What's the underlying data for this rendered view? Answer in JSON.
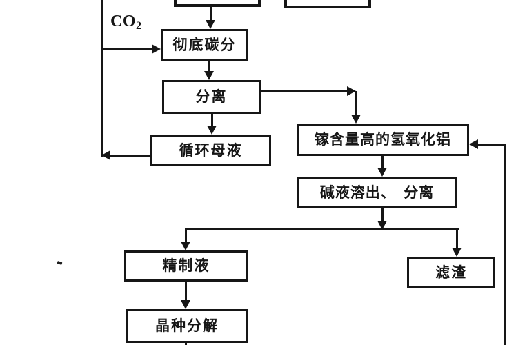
{
  "diagram": {
    "background_color": "#ffffff",
    "ink_color": "#161616",
    "co2_label": {
      "base": "CO",
      "subscript": "2"
    },
    "nodes": {
      "top_left_partial": {
        "label": ""
      },
      "top_right_partial": {
        "label": ""
      },
      "thorough_carbonation": {
        "label": "彻底碳分"
      },
      "separation": {
        "label": "分离"
      },
      "circulating_mother_liquor": {
        "label": "循环母液"
      },
      "high_gallium_aluminium_hydroxide": {
        "label": "镓含量高的氢氧化铝"
      },
      "alkali_dissolution_separation": {
        "label": "碱液溶出、　分离"
      },
      "refined_liquor": {
        "label": "精制液"
      },
      "filter_residue": {
        "label": "滤渣"
      },
      "seed_decomposition": {
        "label": "晶种分解"
      }
    },
    "edges": [
      {
        "from": "top_left_partial",
        "to": "thorough_carbonation"
      },
      {
        "from": "co2_recycle_line",
        "to": "thorough_carbonation",
        "label": "CO2"
      },
      {
        "from": "thorough_carbonation",
        "to": "separation"
      },
      {
        "from": "separation",
        "to": "circulating_mother_liquor"
      },
      {
        "from": "separation",
        "to": "high_gallium_aluminium_hydroxide"
      },
      {
        "from": "circulating_mother_liquor",
        "to": "co2_recycle_line"
      },
      {
        "from": "right_recycle_line",
        "to": "high_gallium_aluminium_hydroxide"
      },
      {
        "from": "high_gallium_aluminium_hydroxide",
        "to": "alkali_dissolution_separation"
      },
      {
        "from": "alkali_dissolution_separation",
        "to": "refined_liquor"
      },
      {
        "from": "alkali_dissolution_separation",
        "to": "filter_residue"
      },
      {
        "from": "refined_liquor",
        "to": "seed_decomposition"
      },
      {
        "from": "seed_decomposition",
        "to": "bottom_continuation"
      }
    ]
  }
}
